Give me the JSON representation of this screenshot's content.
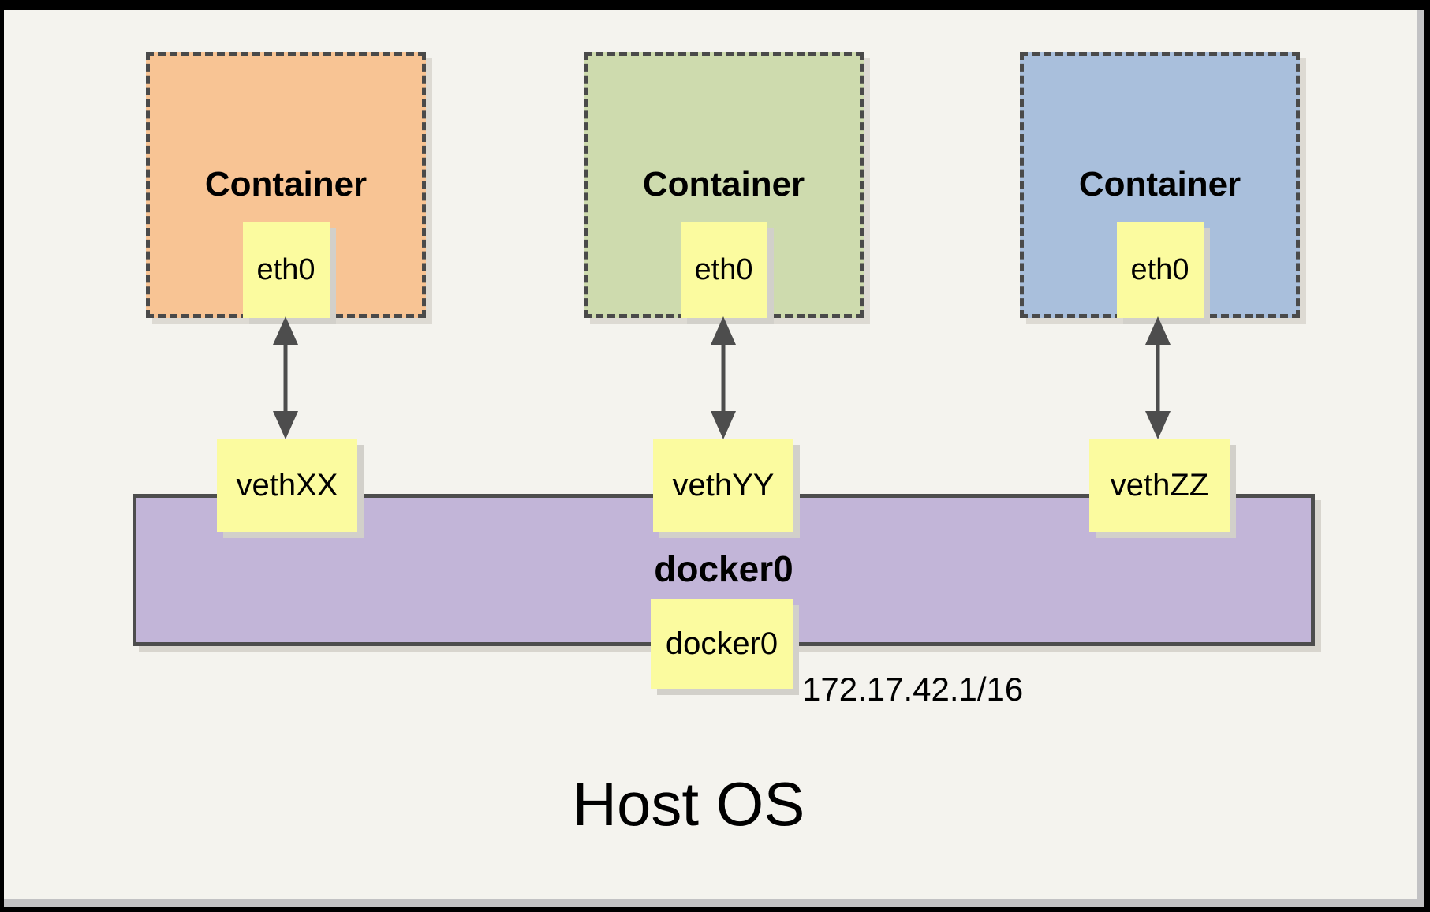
{
  "palette": {
    "background": "#F4F3EE",
    "frame_black": "#000000",
    "edge_shadow_gray": "#C2C2C4",
    "drop_shadow": "#D8D5CE",
    "dashed_border_gray": "#4A4A4A",
    "arrow_gray": "#4D4D4D",
    "node_yellow": "#FBFB9F",
    "bridge_purple": "#C2B5D8"
  },
  "containers": [
    {
      "title": "Container",
      "interface": "eth0",
      "veth": "vethXX",
      "fill": "#F8C494"
    },
    {
      "title": "Container",
      "interface": "eth0",
      "veth": "vethYY",
      "fill": "#CEDBAE"
    },
    {
      "title": "Container",
      "interface": "eth0",
      "veth": "vethZZ",
      "fill": "#A9BFDC"
    }
  ],
  "bridge": {
    "label": "docker0",
    "interface": "docker0",
    "ip": "172.17.42.1/16"
  },
  "host": {
    "label": "Host OS"
  }
}
